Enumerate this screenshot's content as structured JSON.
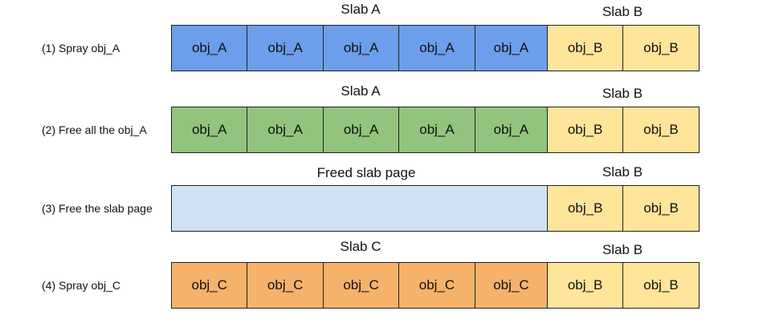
{
  "colors": {
    "obj_A_blue": "#6d9eeb",
    "obj_A_green": "#93c47d",
    "obj_B": "#ffe599",
    "obj_C": "#f6b26b",
    "freed": "#cfe2f3",
    "border": "#222222"
  },
  "rows": [
    {
      "step": "(1) Spray obj_A",
      "left_title": "Slab A",
      "right_title": "Slab B",
      "left_cells": [
        "obj_A",
        "obj_A",
        "obj_A",
        "obj_A",
        "obj_A"
      ],
      "right_cells": [
        "obj_B",
        "obj_B"
      ]
    },
    {
      "step": "(2) Free all the obj_A",
      "left_title": "Slab A",
      "right_title": "Slab B",
      "left_cells": [
        "obj_A",
        "obj_A",
        "obj_A",
        "obj_A",
        "obj_A"
      ],
      "right_cells": [
        "obj_B",
        "obj_B"
      ]
    },
    {
      "step": "(3) Free the slab page",
      "left_title": "Freed slab page",
      "right_title": "Slab B",
      "left_cells": [],
      "right_cells": [
        "obj_B",
        "obj_B"
      ]
    },
    {
      "step": "(4) Spray obj_C",
      "left_title": "Slab C",
      "right_title": "Slab B",
      "left_cells": [
        "obj_C",
        "obj_C",
        "obj_C",
        "obj_C",
        "obj_C"
      ],
      "right_cells": [
        "obj_B",
        "obj_B"
      ]
    }
  ]
}
